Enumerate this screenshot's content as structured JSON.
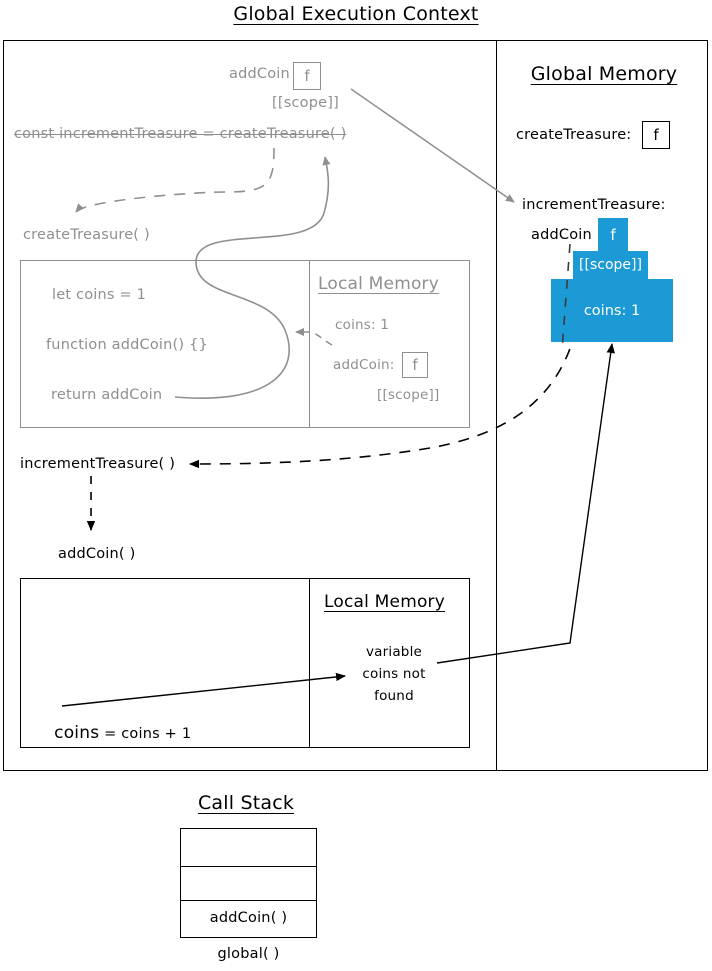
{
  "diagram": {
    "title": "Global Execution Context",
    "call_stack_title": "Call Stack",
    "global_memory_title": "Global Memory"
  },
  "global_context": {
    "closure_label": "addCoin",
    "closure_f": "f",
    "closure_scope": "[[scope]]",
    "const_line": "const incrementTreasure = createTreasure( )",
    "create_treasure_call": "createTreasure( )",
    "increment_treasure_call": "incrementTreasure( )",
    "add_coin_call": "addCoin( )"
  },
  "create_treasure_frame": {
    "local_memory_title": "Local Memory",
    "code_lines": [
      "let coins = 1",
      "function addCoin() {}",
      "return addCoin"
    ],
    "memory": {
      "coins_entry": "coins: 1",
      "add_coin_label": "addCoin:",
      "add_coin_f": "f",
      "add_coin_scope": "[[scope]]"
    }
  },
  "add_coin_frame": {
    "local_memory_title": "Local Memory",
    "code_line": "coins = coins + 1",
    "code_line_head": "coins",
    "code_line_tail": " = coins + 1",
    "note_lines": [
      "variable",
      "coins not",
      "found"
    ]
  },
  "global_memory": {
    "create_treasure_label": "createTreasure:",
    "create_treasure_f": "f",
    "increment_treasure_label": "incrementTreasure:",
    "add_coin_label": "addCoin",
    "blue_f": "f",
    "blue_scope": "[[scope]]",
    "blue_coins": "coins: 1"
  },
  "call_stack": {
    "frames": [
      "",
      "",
      "addCoin( )"
    ],
    "global_label": "global( )"
  },
  "colors": {
    "blue": "#1c9ad6",
    "gray": "#8f8f8f",
    "black": "#000000",
    "white": "#ffffff"
  }
}
